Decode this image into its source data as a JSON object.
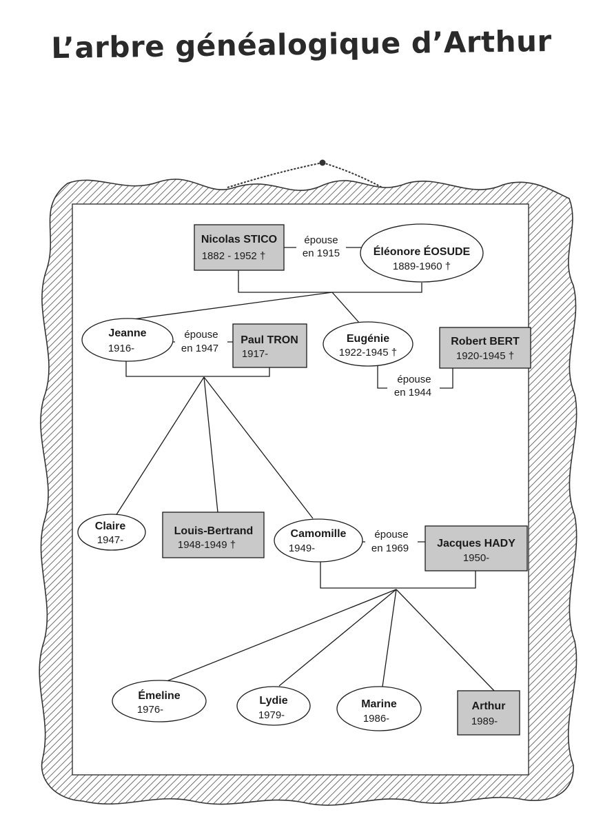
{
  "title": "L’arbre généalogique d’Arthur",
  "colors": {
    "box_fill": "#c9c9c9",
    "ellipse_fill": "#ffffff",
    "line": "#1a1a1a",
    "frame_hatch": "#4a4a4a"
  },
  "people": {
    "nicolas": {
      "name": "Nicolas STICO",
      "dates": "1882 - 1952 †",
      "shape": "box"
    },
    "eleonore": {
      "name": "Éléonore ÉOSUDE",
      "dates": "1889-1960 †",
      "shape": "ellipse"
    },
    "jeanne": {
      "name": "Jeanne",
      "dates": "1916-",
      "shape": "ellipse"
    },
    "paul": {
      "name": "Paul TRON",
      "dates": "1917-",
      "shape": "box"
    },
    "eugenie": {
      "name": "Eugénie",
      "dates": "1922-1945 †",
      "shape": "ellipse"
    },
    "robert": {
      "name": "Robert BERT",
      "dates": "1920-1945 †",
      "shape": "box"
    },
    "claire": {
      "name": "Claire",
      "dates": "1947-",
      "shape": "ellipse"
    },
    "louis": {
      "name": "Louis-Bertrand",
      "dates": "1948-1949 †",
      "shape": "box"
    },
    "camomille": {
      "name": "Camomille",
      "dates": "1949-",
      "shape": "ellipse"
    },
    "jacques": {
      "name": "Jacques HADY",
      "dates": "1950-",
      "shape": "box"
    },
    "emeline": {
      "name": "Émeline",
      "dates": "1976-",
      "shape": "ellipse"
    },
    "lydie": {
      "name": "Lydie",
      "dates": "1979-",
      "shape": "ellipse"
    },
    "marine": {
      "name": "Marine",
      "dates": "1986-",
      "shape": "ellipse"
    },
    "arthur": {
      "name": "Arthur",
      "dates": "1989-",
      "shape": "box"
    }
  },
  "marriages": {
    "m1915": {
      "line1": "épouse",
      "line2": "en 1915"
    },
    "m1947": {
      "line1": "épouse",
      "line2": "en 1947"
    },
    "m1944": {
      "line1": "épouse",
      "line2": "en 1944"
    },
    "m1969": {
      "line1": "épouse",
      "line2": "en 1969"
    }
  }
}
